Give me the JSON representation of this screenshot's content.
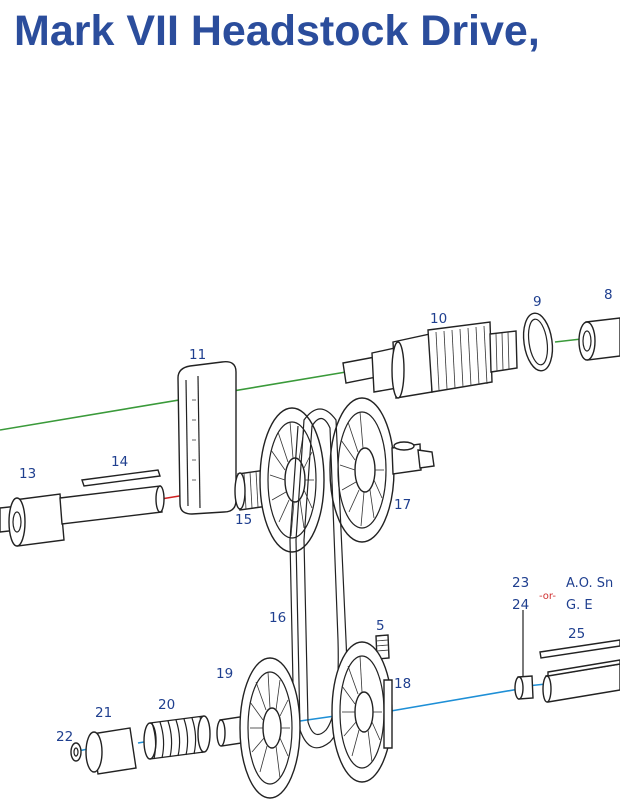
{
  "title": "Mark VII Headstock Drive,",
  "colors": {
    "title": "#2b4d9c",
    "label": "#1f3f8f",
    "axis_green": "#3a9a3a",
    "axis_red": "#d02020",
    "axis_blue": "#1e8fd6",
    "or_red": "#d03030",
    "ink": "#222222"
  },
  "parts": [
    {
      "id": "p5",
      "label": "5"
    },
    {
      "id": "p8",
      "label": "8"
    },
    {
      "id": "p9",
      "label": "9"
    },
    {
      "id": "p10",
      "label": "10"
    },
    {
      "id": "p11",
      "label": "11"
    },
    {
      "id": "p13",
      "label": "13"
    },
    {
      "id": "p14",
      "label": "14"
    },
    {
      "id": "p15",
      "label": "15"
    },
    {
      "id": "p16",
      "label": "16"
    },
    {
      "id": "p17",
      "label": "17"
    },
    {
      "id": "p18",
      "label": "18"
    },
    {
      "id": "p19",
      "label": "19"
    },
    {
      "id": "p20",
      "label": "20"
    },
    {
      "id": "p21",
      "label": "21"
    },
    {
      "id": "p22",
      "label": "22"
    },
    {
      "id": "p23",
      "label": "23"
    },
    {
      "id": "p24",
      "label": "24"
    },
    {
      "id": "p25",
      "label": "25"
    }
  ],
  "alternates": {
    "or_text": "-or-",
    "option_23": "A.O. Sn",
    "option_24": "G. E"
  }
}
